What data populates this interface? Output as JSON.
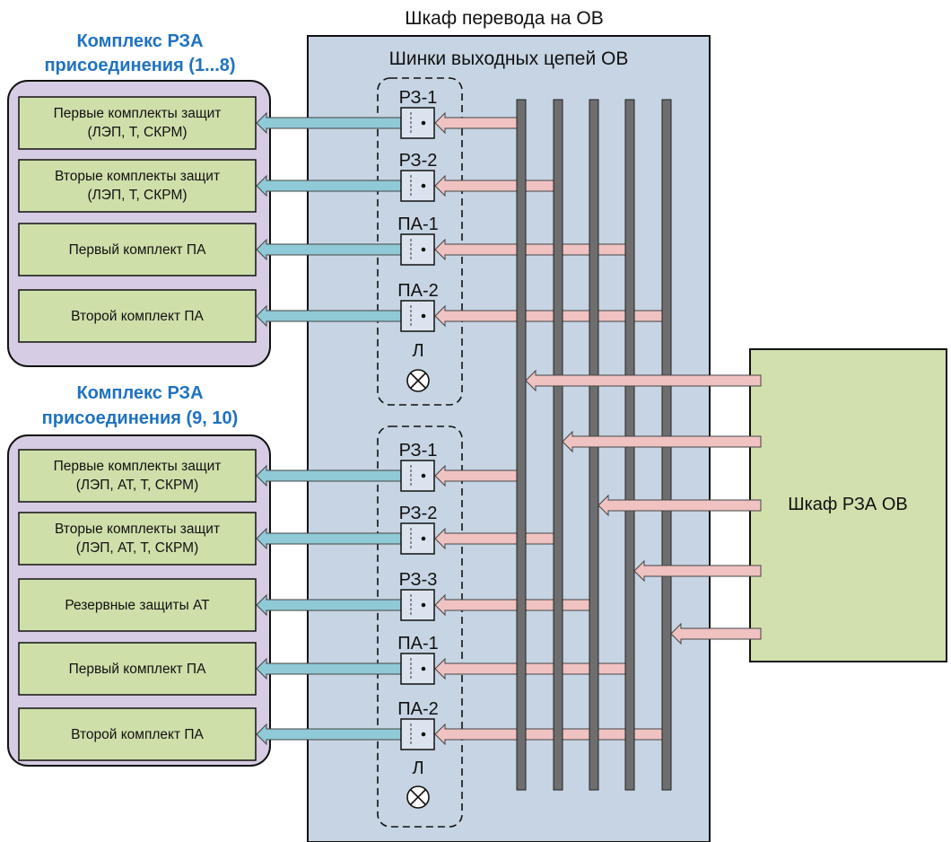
{
  "colors": {
    "group_bg": "#d6cce3",
    "device_bg": "#cfdfaa",
    "cabinet_bg": "#c6d4e3",
    "ext_cabinet_bg": "#d2e0ad",
    "bus_bar": "#6e6e6e",
    "title_blue": "#1f72c0",
    "arrow_out": "#8fcad6",
    "arrow_in": "#f0c2c2"
  },
  "cabinet": {
    "title": "Шкаф перевода на ОВ",
    "bus_label": "Шинки выходных цепей ОВ"
  },
  "group1": {
    "title_line1": "Комплекс РЗА",
    "title_line2": "присоединения (1...8)",
    "devices": [
      {
        "line1": "Первые комплекты защит",
        "line2": "(ЛЭП, Т, СКРМ)",
        "switch": "РЗ-1",
        "bus": 0
      },
      {
        "line1": "Вторые комплекты защит",
        "line2": "(ЛЭП, Т, СКРМ)",
        "switch": "РЗ-2",
        "bus": 1
      },
      {
        "line1": "Первый комплект ПА",
        "line2": "",
        "switch": "ПА-1",
        "bus": 3
      },
      {
        "line1": "Второй комплект ПА",
        "line2": "",
        "switch": "ПА-2",
        "bus": 4
      }
    ],
    "lamp": "Л"
  },
  "group2": {
    "title_line1": "Комплекс РЗА",
    "title_line2": "присоединения (9, 10)",
    "devices": [
      {
        "line1": "Первые комплекты защит",
        "line2": "(ЛЭП, АТ, Т, СКРМ)",
        "switch": "РЗ-1",
        "bus": 0
      },
      {
        "line1": "Вторые комплекты защит",
        "line2": "(ЛЭП, АТ, Т, СКРМ)",
        "switch": "РЗ-2",
        "bus": 1
      },
      {
        "line1": "Резервные защиты АТ",
        "line2": "",
        "switch": "РЗ-3",
        "bus": 2
      },
      {
        "line1": "Первый комплект ПА",
        "line2": "",
        "switch": "ПА-1",
        "bus": 3
      },
      {
        "line1": "Второй комплект ПА",
        "line2": "",
        "switch": "ПА-2",
        "bus": 4
      }
    ],
    "lamp": "Л"
  },
  "ext_cabinet": {
    "label": "Шкаф РЗА ОВ"
  }
}
